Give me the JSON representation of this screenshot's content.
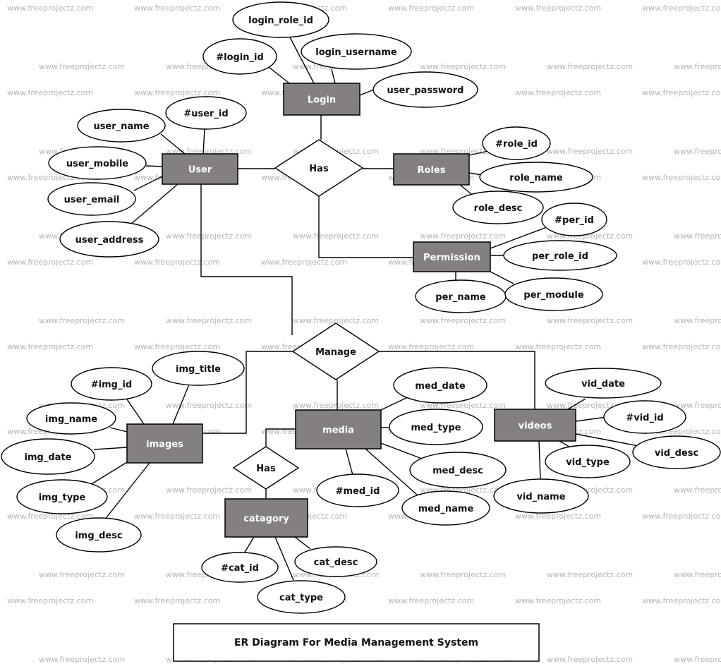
{
  "watermark": "www.freeprojectz.com",
  "colors": {
    "entity_fill": "#858080",
    "line": "#000000",
    "background": "#ffffff",
    "watermark": "#b4b4b4"
  },
  "title": "ER Diagram For Media Management System",
  "entities": {
    "login": "Login",
    "user": "User",
    "roles": "Roles",
    "permission": "Permission",
    "images": "images",
    "media": "media",
    "videos": "videos",
    "catagory": "catagory"
  },
  "relationships": {
    "has_top": "Has",
    "manage": "Manage",
    "has_cat": "Has"
  },
  "attributes": {
    "login_role_id": "login_role_id",
    "login_id": "#login_id",
    "login_username": "login_username",
    "user_password": "user_password",
    "user_id": "#user_id",
    "user_name": "user_name",
    "user_mobile": "user_mobile",
    "user_email": "user_email",
    "user_address": "user_address",
    "role_id": "#role_id",
    "role_name": "role_name",
    "role_desc": "role_desc",
    "per_id": "#per_id",
    "per_role_id": "per_role_id",
    "per_name": "per_name",
    "per_module": "per_module",
    "img_title": "img_title",
    "img_id": "#img_id",
    "img_name": "img_name",
    "img_date": "img_date",
    "img_type": "img_type",
    "img_desc": "img_desc",
    "med_date": "med_date",
    "med_type": "med_type",
    "med_desc": "med_desc",
    "med_id": "#med_id",
    "med_name": "med_name",
    "vid_date": "vid_date",
    "vid_id": "#vid_id",
    "vid_desc": "vid_desc",
    "vid_type": "vid_type",
    "vid_name": "vid_name",
    "cat_id": "#cat_id",
    "cat_desc": "cat_desc",
    "cat_type": "cat_type"
  }
}
